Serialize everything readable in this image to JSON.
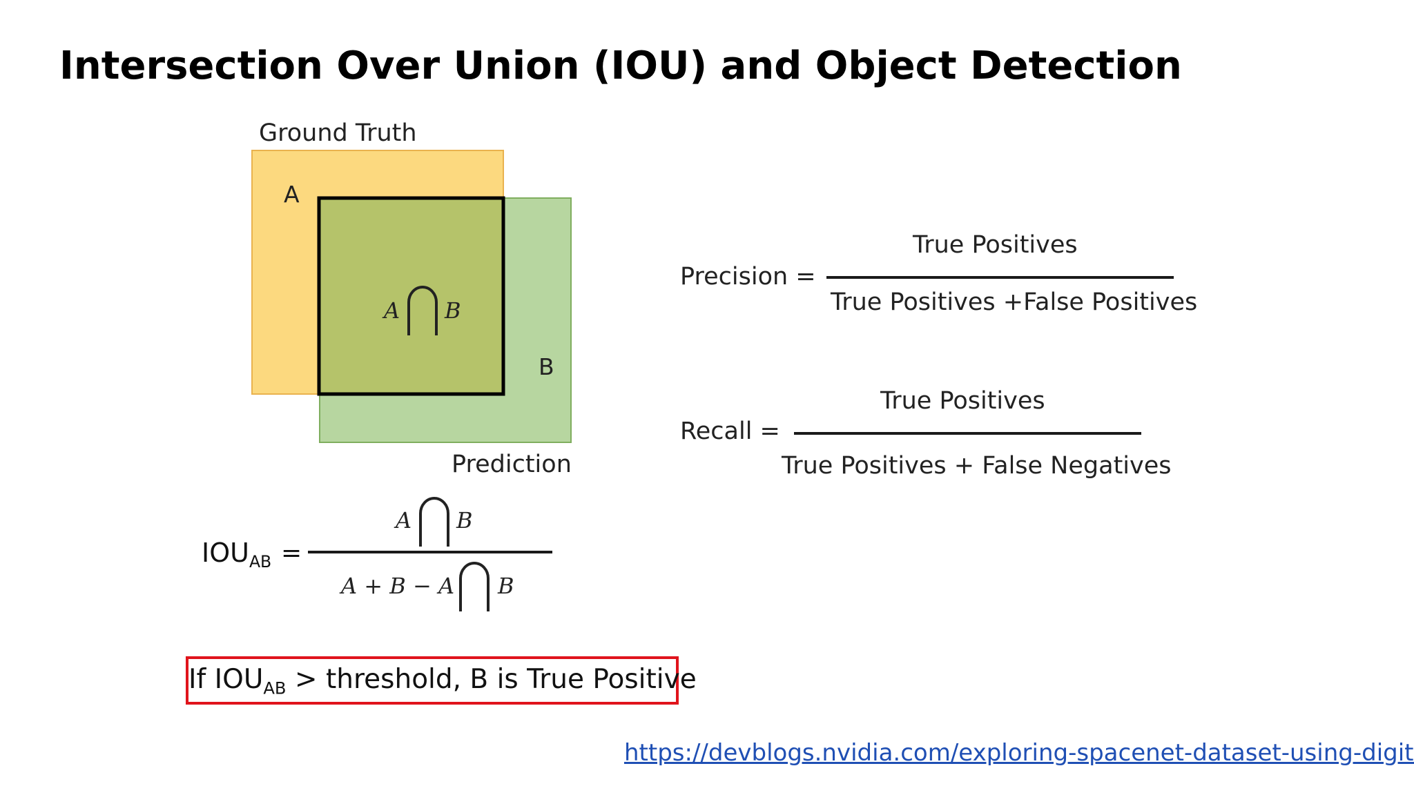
{
  "title": "Intersection Over Union (IOU) and Object Detection",
  "diagram": {
    "ground_truth_label": "Ground Truth",
    "prediction_label": "Prediction",
    "box_a_label": "A",
    "box_b_label": "B",
    "intersection_left": "A",
    "intersection_right": "B",
    "colors": {
      "ground_truth_fill": "#fcd97f",
      "ground_truth_stroke": "#e9b24e",
      "prediction_fill": "#b7d6a0",
      "prediction_stroke": "#7fae5e",
      "intersection_fill": "#b5c36a",
      "intersection_stroke": "#000000"
    }
  },
  "iou_formula": {
    "lhs_main": "IOU",
    "lhs_sub": "AB",
    "equals": "=",
    "numerator_left": "A",
    "numerator_right": "B",
    "denominator_left": "A + B − A",
    "denominator_right": "B"
  },
  "precision_formula": {
    "lhs": "Precision =",
    "numerator": "True Positives",
    "denominator": "True Positives +False Positives"
  },
  "recall_formula": {
    "lhs": "Recall =",
    "numerator": "True Positives",
    "denominator": "True Positives + False Negatives"
  },
  "threshold_rule": {
    "prefix": "If IOU",
    "sub": "AB",
    "suffix": " > threshold, B is True Positive",
    "border_color": "#e0141c"
  },
  "source_link": "https://devblogs.nvidia.com/exploring-spacenet-dataset-using-digits/"
}
